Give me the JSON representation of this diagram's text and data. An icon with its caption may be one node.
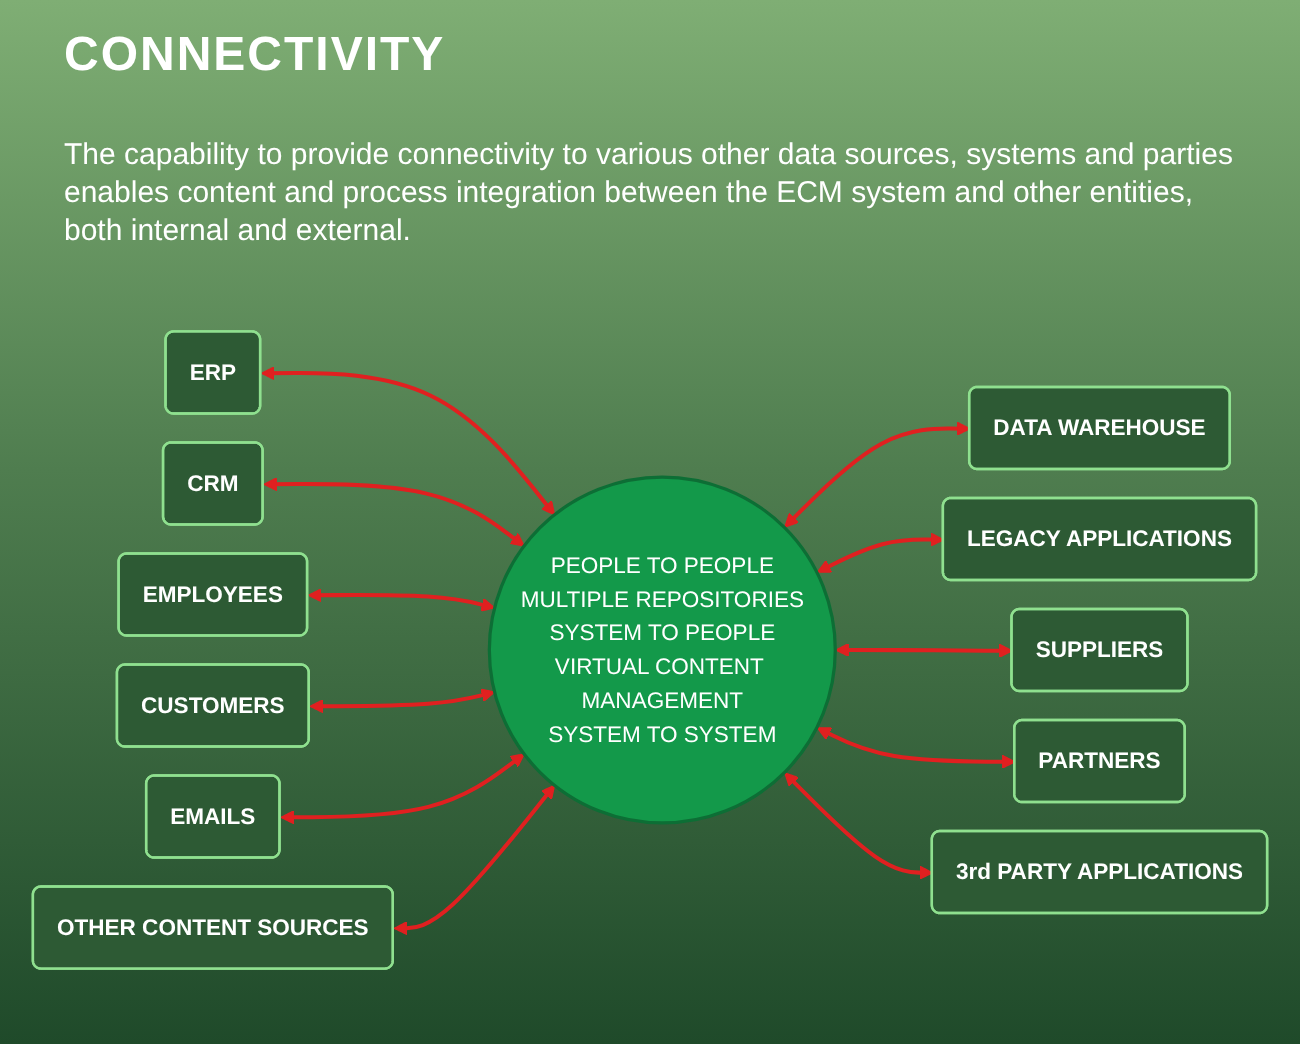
{
  "diagram": {
    "title": "CONNECTIVITY",
    "caption": "The capability to provide connectivity to various other data sources, systems and parties enables content and process integration between the ECM system and other entities, both internal and external.",
    "nodes": [
      {
        "text": [
          "PEOPLE TO PEOPLE",
          "MULTIPLE REPOSITORIES",
          "SYSTEM TO PEOPLE",
          "VIRTUAL CONTENT MANAGEMENT",
          "SYSTEM TO SYSTEM"
        ]
      },
      {
        "text": [
          "ERP"
        ]
      },
      {
        "text": [
          "CRM"
        ]
      },
      {
        "text": [
          "DATA WAREHOUSE"
        ]
      },
      {
        "text": [
          "LEGACY APPLICATIONS"
        ]
      },
      {
        "text": [
          "EMPLOYEES"
        ]
      },
      {
        "text": [
          "SUPPLIERS"
        ]
      },
      {
        "text": [
          "CUSTOMERS"
        ]
      },
      {
        "text": [
          "PARTNERS"
        ]
      },
      {
        "text": [
          "EMAILS"
        ]
      },
      {
        "text": [
          "3rd PARTY APPLICATIONS"
        ]
      },
      {
        "text": [
          "OTHER CONTENT SOURCES"
        ]
      }
    ],
    "edges": [
      {
        "from": 1,
        "to": 0,
        "arrow": "both"
      },
      {
        "from": 2,
        "to": 0,
        "arrow": "both"
      },
      {
        "from": 0,
        "to": 3,
        "arrow": "both"
      },
      {
        "from": 0,
        "to": 4,
        "arrow": "both"
      },
      {
        "from": 5,
        "to": 0,
        "arrow": "both"
      },
      {
        "from": 0,
        "to": 6,
        "arrow": "both"
      },
      {
        "from": 7,
        "to": 0,
        "arrow": "both"
      },
      {
        "from": 0,
        "to": 8,
        "arrow": "both"
      },
      {
        "from": 9,
        "to": 0,
        "arrow": "both"
      },
      {
        "from": 0,
        "to": 10,
        "arrow": "both"
      },
      {
        "from": 11,
        "to": 0,
        "arrow": "both"
      }
    ]
  }
}
